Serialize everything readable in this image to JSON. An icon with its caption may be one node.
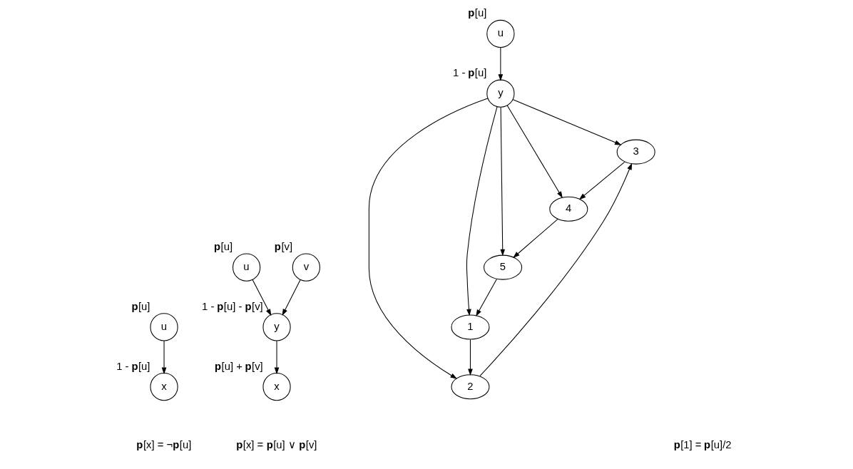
{
  "diagram": {
    "nodes": [
      {
        "text": [
          "u"
        ],
        "beside": [
          "**p**[u]"
        ]
      },
      {
        "text": [
          "x"
        ],
        "beside": [
          "1 - **p**[u]"
        ]
      },
      {
        "text": [
          "u"
        ],
        "beside": [
          "**p**[u]"
        ]
      },
      {
        "text": [
          "v"
        ],
        "beside": [
          "**p**[v]"
        ]
      },
      {
        "text": [
          "y"
        ],
        "beside": [
          "1 - **p**[u] - **p**[v]"
        ]
      },
      {
        "text": [
          "x"
        ],
        "beside": [
          "**p**[u] + **p**[v]"
        ]
      },
      {
        "text": [
          "u"
        ],
        "beside": [
          "**p**[u]"
        ]
      },
      {
        "text": [
          "y"
        ],
        "beside": [
          "1 - **p**[u]"
        ]
      },
      {
        "text": [
          "1"
        ]
      },
      {
        "text": [
          "2"
        ]
      },
      {
        "text": [
          "3"
        ]
      },
      {
        "text": [
          "4"
        ]
      },
      {
        "text": [
          "5"
        ]
      }
    ],
    "edges": [
      {
        "from": 0,
        "to": 1,
        "arrow": "to"
      },
      {
        "from": 2,
        "to": 4,
        "arrow": "to"
      },
      {
        "from": 3,
        "to": 4,
        "arrow": "to"
      },
      {
        "from": 4,
        "to": 5,
        "arrow": "to"
      },
      {
        "from": 6,
        "to": 7,
        "arrow": "to"
      },
      {
        "from": 7,
        "to": 8,
        "arrow": "to"
      },
      {
        "from": 7,
        "to": 9,
        "arrow": "to"
      },
      {
        "from": 7,
        "to": 10,
        "arrow": "to"
      },
      {
        "from": 7,
        "to": 11,
        "arrow": "to"
      },
      {
        "from": 7,
        "to": 12,
        "arrow": "to"
      },
      {
        "from": 8,
        "to": 9,
        "arrow": "to"
      },
      {
        "from": 9,
        "to": 10,
        "arrow": "to"
      },
      {
        "from": 10,
        "to": 11,
        "arrow": "to"
      },
      {
        "from": 11,
        "to": 12,
        "arrow": "to"
      },
      {
        "from": 12,
        "to": 8,
        "arrow": "to"
      }
    ],
    "labels": [
      "**p**[x] = ¬**p**[u]",
      "**p**[x] = **p**[u] ∨ **p**[v]",
      "**p**[1] = **p**[u]/2"
    ]
  }
}
